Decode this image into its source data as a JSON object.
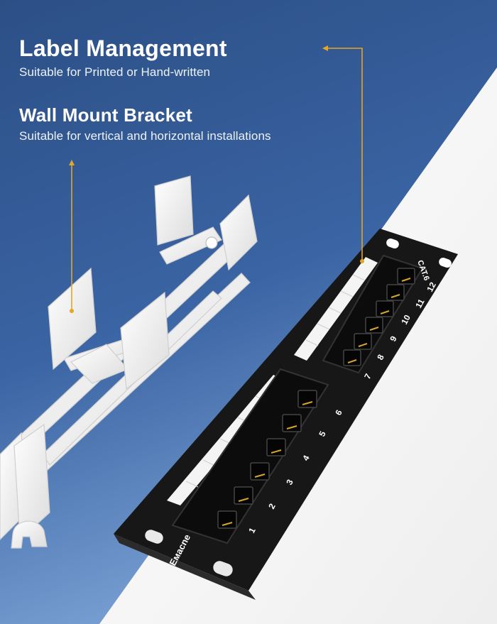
{
  "features": [
    {
      "title": "Label Management",
      "subtitle": "Suitable for Printed or Hand-written"
    },
    {
      "title": "Wall Mount Bracket",
      "subtitle": "Suitable for vertical and horizontal installations"
    }
  ],
  "panel": {
    "brand": "Eмacne",
    "category": "CAT.6",
    "port_labels": [
      "1",
      "2",
      "3",
      "4",
      "5",
      "6",
      "7",
      "8",
      "9",
      "10",
      "11",
      "12"
    ]
  },
  "colors": {
    "background_top": "#2f5288",
    "background_bottom": "#7aa1d4",
    "callout_line": "#e5a623",
    "panel": "#1a1a1a",
    "bracket": "#f3f3f3"
  }
}
